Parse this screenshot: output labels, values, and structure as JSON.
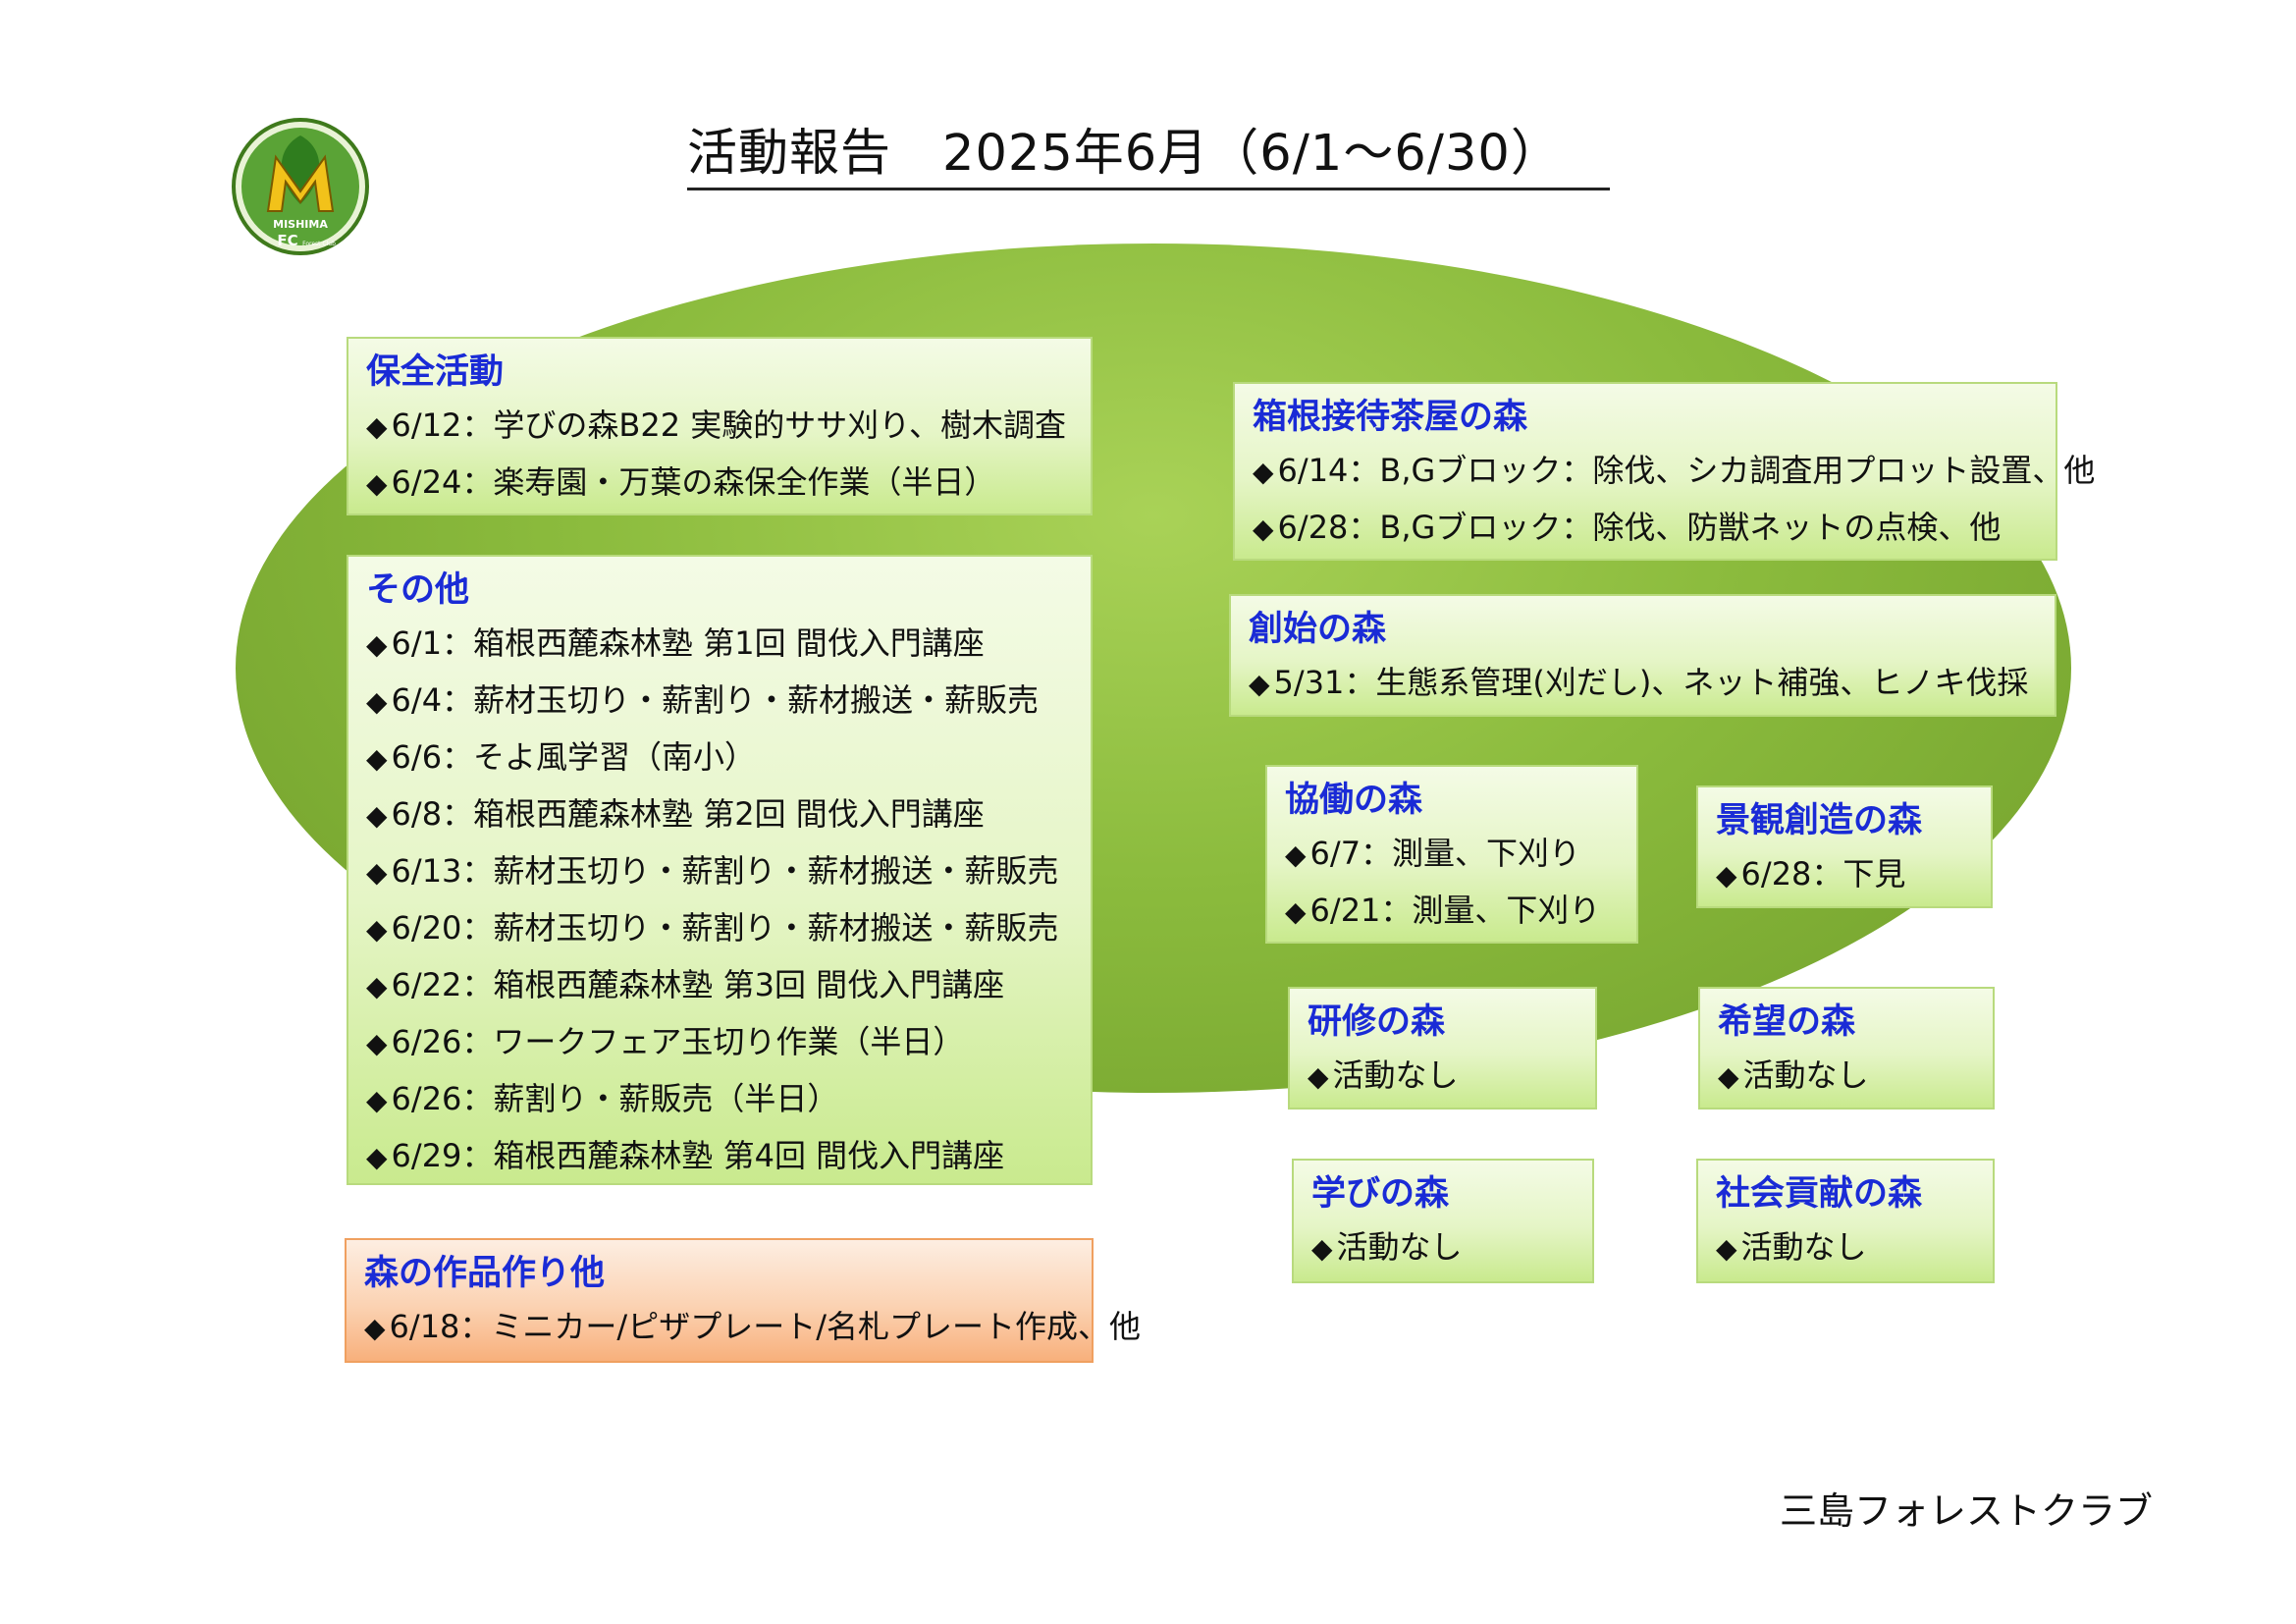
{
  "title": "活動報告　2025年6月（6/1～6/30）",
  "logo": {
    "text_top": "MISHIMA",
    "text_mid": "FC",
    "text_small": "Forest Club"
  },
  "footer": "三島フォレストクラブ",
  "colors": {
    "heading": "#1a2bd6",
    "ellipse": "#8bbb3d",
    "orange_box": "#f8b07c"
  },
  "boxes": {
    "hozen": {
      "heading": "保全活動",
      "items": [
        "6/12：学びの森B22 実験的ササ刈り、樹木調査",
        "6/24：楽寿園・万葉の森保全作業（半日）"
      ]
    },
    "sonota": {
      "heading": "その他",
      "items": [
        "6/1：箱根西麓森林塾 第1回 間伐入門講座",
        "6/4：薪材玉切り・薪割り・薪材搬送・薪販売",
        "6/6：そよ風学習（南小）",
        "6/8：箱根西麓森林塾 第2回 間伐入門講座",
        "6/13：薪材玉切り・薪割り・薪材搬送・薪販売",
        "6/20：薪材玉切り・薪割り・薪材搬送・薪販売",
        "6/22：箱根西麓森林塾 第3回 間伐入門講座",
        "6/26：ワークフェア玉切り作業（半日）",
        "6/26：薪割り・薪販売（半日）",
        "6/29：箱根西麓森林塾 第4回 間伐入門講座"
      ]
    },
    "sakuhin": {
      "heading": "森の作品作り他",
      "items": [
        "6/18：ミニカー/ピザプレート/名札プレート作成、他"
      ]
    },
    "hakone": {
      "heading": "箱根接待茶屋の森",
      "items": [
        "6/14：B,Gブロック：除伐、シカ調査用プロット設置、他",
        "6/28：B,Gブロック：除伐、防獣ネットの点検、他"
      ]
    },
    "soshi": {
      "heading": "創始の森",
      "items": [
        "5/31：生態系管理(刈だし)、ネット補強、ヒノキ伐採"
      ]
    },
    "kyodo": {
      "heading": "協働の森",
      "items": [
        "6/7：測量、下刈り",
        "6/21：測量、下刈り"
      ]
    },
    "keikan": {
      "heading": "景観創造の森",
      "items": [
        "6/28：下見"
      ]
    },
    "kenshu": {
      "heading": "研修の森",
      "items": [
        "活動なし"
      ]
    },
    "kibo": {
      "heading": "希望の森",
      "items": [
        "活動なし"
      ]
    },
    "manabi": {
      "heading": "学びの森",
      "items": [
        "活動なし"
      ]
    },
    "shakai": {
      "heading": "社会貢献の森",
      "items": [
        "活動なし"
      ]
    }
  }
}
